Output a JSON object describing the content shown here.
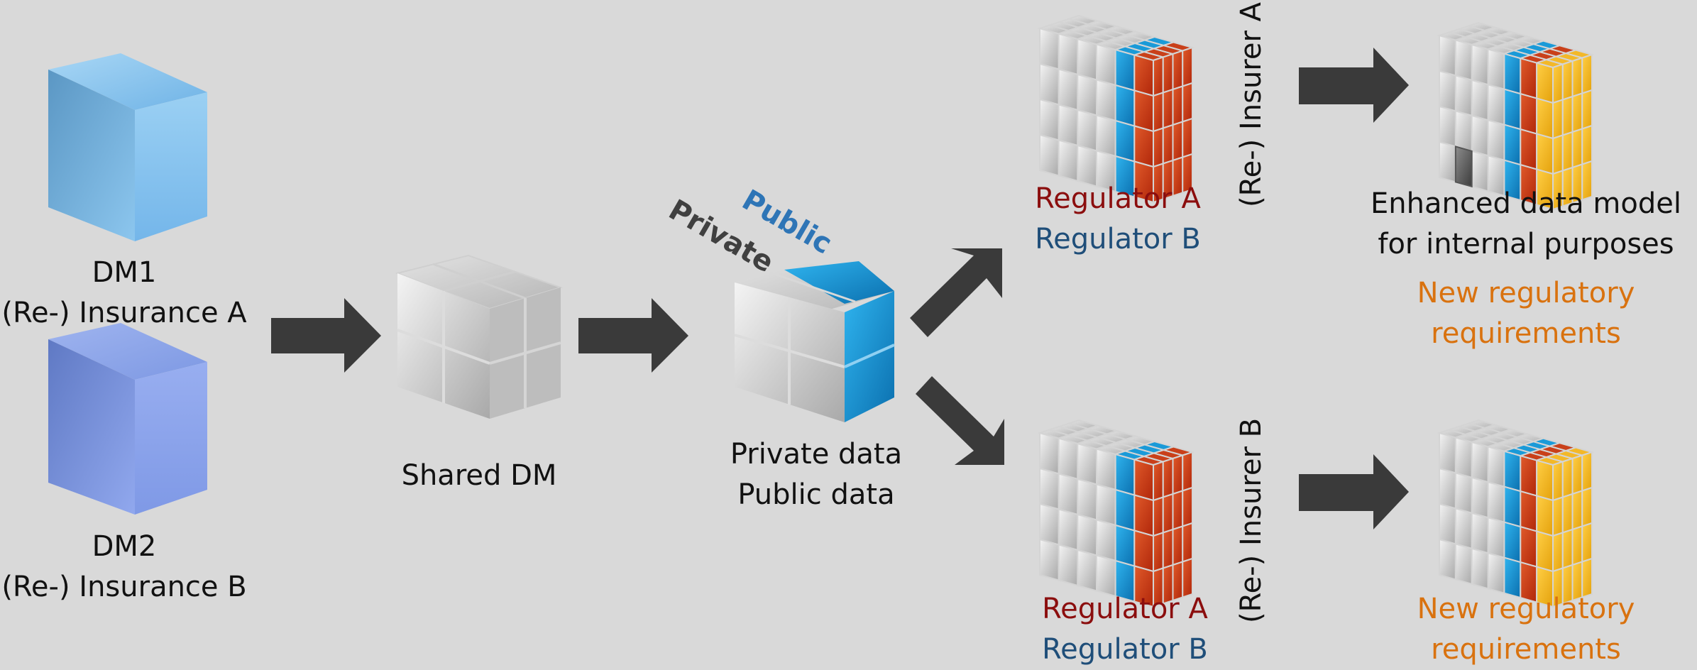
{
  "colors": {
    "background": "#d9d9d9",
    "arrow": "#3a3a3a",
    "regulator_a": "#8b0e0e",
    "regulator_b": "#1f4e79",
    "new_requirements": "#d9720f",
    "public": "#2e75b6",
    "private": "#404040"
  },
  "dm1": {
    "name": "DM1",
    "owner": "(Re-) Insurance A"
  },
  "dm2": {
    "name": "DM2",
    "owner": "(Re-) Insurance B"
  },
  "shared": {
    "label": "Shared DM"
  },
  "split": {
    "public_tag": "Public",
    "private_tag": "Private",
    "line1": "Private data",
    "line2": "Public data"
  },
  "insurer_a": {
    "label": "(Re-) Insurer A",
    "regulator_a": "Regulator A",
    "regulator_b": "Regulator B",
    "enhanced_line1": "Enhanced data model",
    "enhanced_line2": "for internal purposes",
    "new_req_line1": "New regulatory",
    "new_req_line2": "requirements"
  },
  "insurer_b": {
    "label": "(Re-) Insurer B",
    "regulator_a": "Regulator A",
    "regulator_b": "Regulator B",
    "new_req_line1": "New regulatory",
    "new_req_line2": "requirements"
  }
}
